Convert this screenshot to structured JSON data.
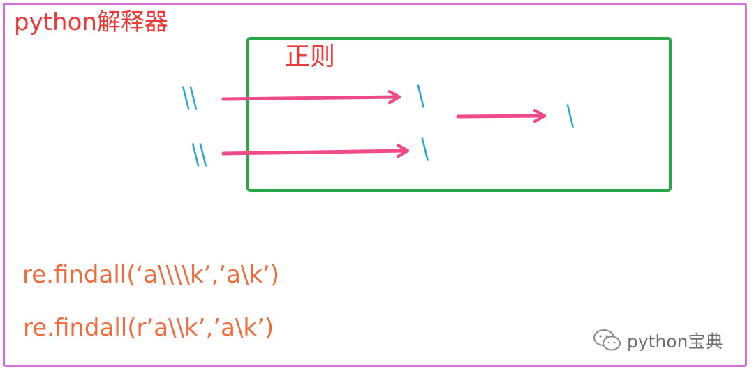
{
  "title": "python解释器",
  "regex_label": "正则",
  "slashes": {
    "left_top": "\\\\",
    "left_bottom": "\\\\",
    "mid_top": "\\",
    "mid_bottom": "\\",
    "right": "\\"
  },
  "code_lines": [
    "re.findall(‘a\\\\\\\\k’,’a\\k’)",
    "re.findall(r’a\\\\k’,’a\\k’)"
  ],
  "watermark": {
    "icon": "wechat-icon",
    "text": "python宝典"
  },
  "colors": {
    "frame": "#d070d8",
    "box": "#2aa54a",
    "red_text": "#ec3a3a",
    "slash": "#2ba7cf",
    "arrow": "#ef4a8a",
    "code": "#f06a3a",
    "watermark": "#6f6f6f"
  }
}
